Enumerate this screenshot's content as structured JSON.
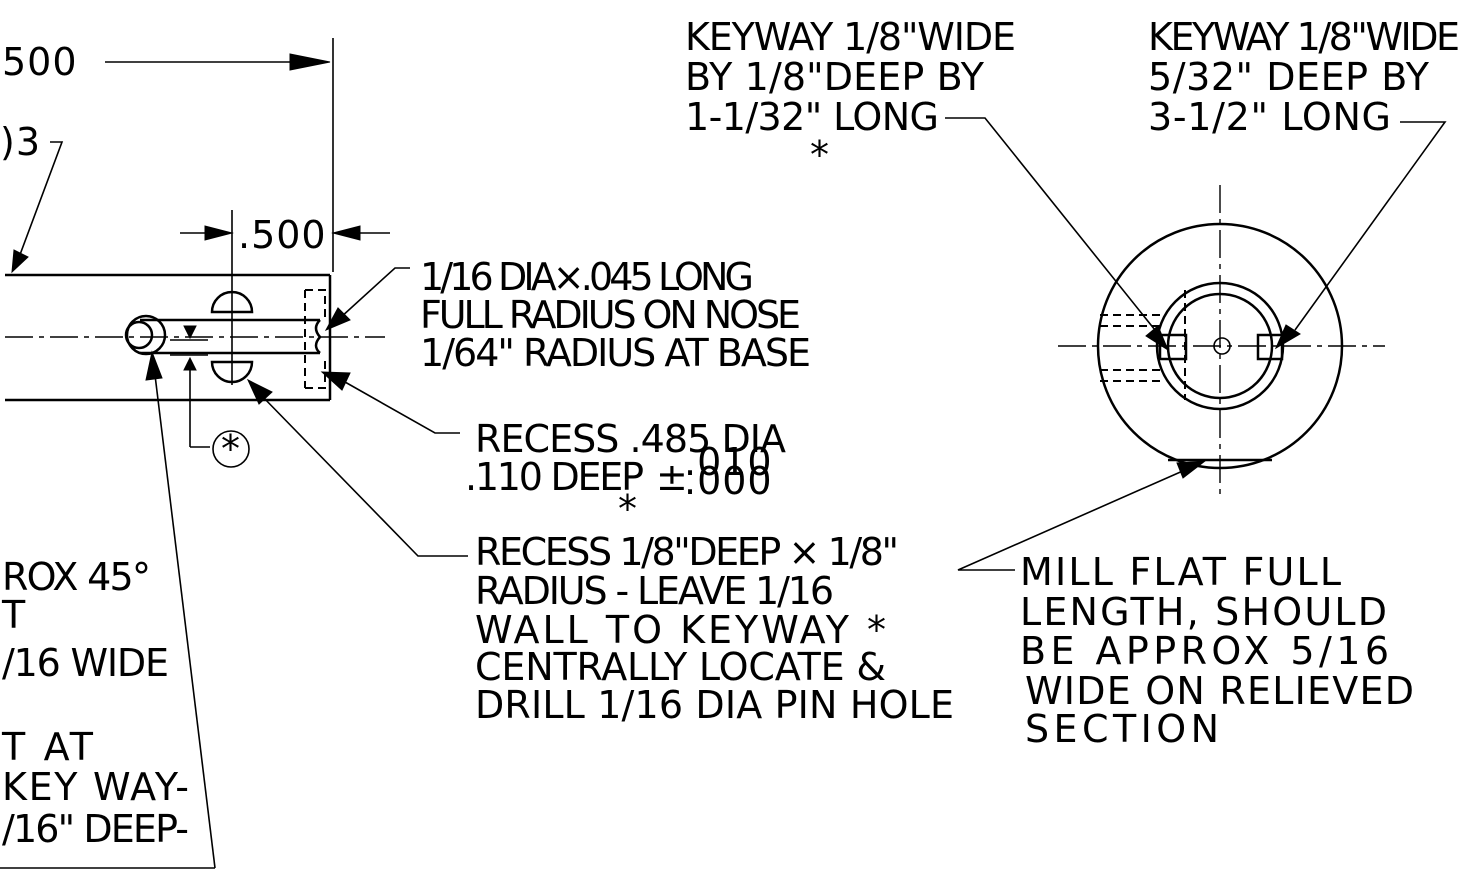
{
  "dimensions": {
    "top_partial": "500",
    "left_partial": ")3",
    "mid": ".500"
  },
  "notes": {
    "pin_hole": [
      "1/16 DIA×.045 LONG",
      "FULL RADIUS ON NOSE",
      "1/64\" RADIUS AT BASE"
    ],
    "recess_dia": [
      "RECESS .485 DIA",
      ".110 DEEP",
      "±",
      ".010",
      ".000",
      "*"
    ],
    "recess_radius": [
      "RECESS 1/8\"DEEP × 1/8\"",
      "RADIUS - LEAVE 1/16",
      "WALL TO KEYWAY *",
      "CENTRALLY LOCATE &",
      "DRILL 1/16 DIA PIN HOLE"
    ],
    "keyway_short": [
      "KEYWAY 1/8\"WIDE",
      "BY 1/8\"DEEP BY",
      "1-1/32\" LONG",
      "*"
    ],
    "keyway_long": [
      "KEYWAY 1/8\"WIDE",
      "5/32\" DEEP BY",
      "3-1/2\"  LONG"
    ],
    "mill_flat": [
      "MILL  FLAT  FULL",
      "LENGTH, SHOULD",
      "BE  APPROX  5/16",
      "WIDE ON RELIEVED",
      "SECTION"
    ],
    "left_partial": [
      "ROX 45°",
      "T",
      "/16 WIDE",
      "T  AT",
      "KEY WAY-",
      "/16\" DEEP-"
    ],
    "circled_star": "*"
  }
}
